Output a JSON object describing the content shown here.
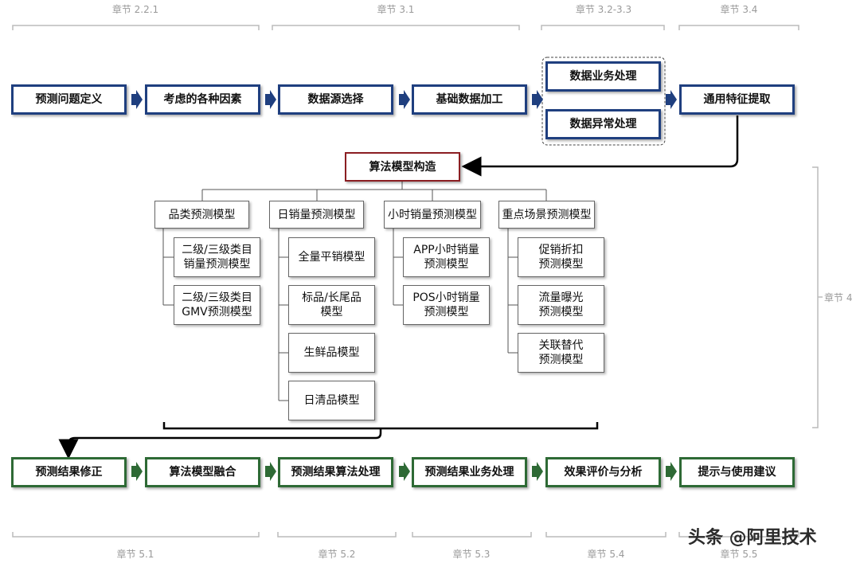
{
  "chapters_top": [
    "章节 2.2.1",
    "章节 3.1",
    "章节 3.2-3.3",
    "章节 3.4"
  ],
  "chapter_right": "章节 4",
  "chapters_bottom": [
    "章节 5.1",
    "章节 5.2",
    "章节 5.3",
    "章节 5.4",
    "章节 5.5"
  ],
  "top_flow": [
    "预测问题定义",
    "考虑的各种因素",
    "数据源选择",
    "基础数据加工"
  ],
  "processing_group": [
    "数据业务处理",
    "数据异常处理"
  ],
  "feature_step": "通用特征提取",
  "center": "算法模型构造",
  "model_categories": [
    {
      "label": "品类预测模型",
      "children": [
        "二级/三级类目\n销量预测模型",
        "二级/三级类目\nGMV预测模型"
      ]
    },
    {
      "label": "日销量预测模型",
      "children": [
        "全量平销模型",
        "标品/长尾品\n模型",
        "生鲜品模型",
        "日清品模型"
      ]
    },
    {
      "label": "小时销量预测模型",
      "children": [
        "APP小时销量\n预测模型",
        "POS小时销量\n预测模型"
      ]
    },
    {
      "label": "重点场景预测模型",
      "children": [
        "促销折扣\n预测模型",
        "流量曝光\n预测模型",
        "关联替代\n预测模型"
      ]
    }
  ],
  "bottom_flow": [
    "预测结果修正",
    "算法模型融合",
    "预测结果算法处理",
    "预测结果业务处理",
    "效果评价与分析",
    "提示与使用建议"
  ],
  "watermark": "头条 @阿里技术",
  "colors": {
    "blue": "#1f3f7f",
    "green": "#2e6a35",
    "red": "#8b1e22",
    "gray": "#9a9a9a"
  }
}
